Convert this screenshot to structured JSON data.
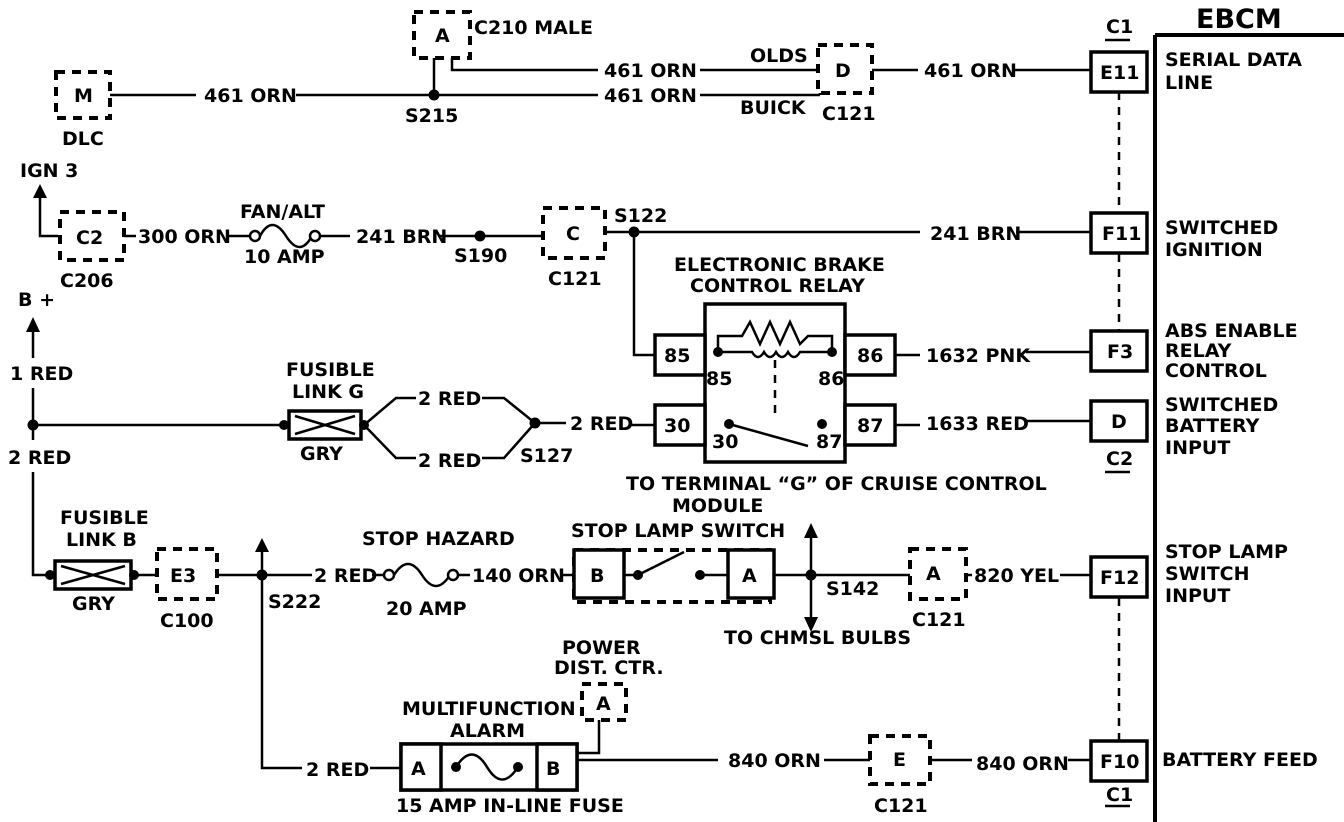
{
  "module": {
    "title": "EBCM",
    "conn_top": "C1",
    "conn_bottom": "C1",
    "conn_c2": "C2"
  },
  "pins": {
    "e11": "E11",
    "f11": "F11",
    "f3": "F3",
    "d": "D",
    "f12": "F12",
    "f10": "F10"
  },
  "pin_labels": {
    "e11": [
      "SERIAL DATA",
      "LINE"
    ],
    "f11": [
      "SWITCHED",
      "IGNITION"
    ],
    "f3": [
      "ABS ENABLE",
      "RELAY",
      "CONTROL"
    ],
    "d": [
      "SWITCHED",
      "BATTERY",
      "INPUT"
    ],
    "f12": [
      "STOP LAMP",
      "SWITCH",
      "INPUT"
    ],
    "f10": [
      "BATTERY FEED"
    ]
  },
  "connectors": {
    "dlc_pin": "M",
    "dlc": "DLC",
    "c210_pin": "A",
    "c210": "C210 MALE",
    "c121_d_pin": "D",
    "c121": "C121",
    "c206_pin": "C2",
    "c206": "C206",
    "c121_c_pin": "C",
    "c100_pin": "E3",
    "c100": "C100",
    "c121_a_pin": "A",
    "pdc_pin": "A",
    "pdc": [
      "POWER",
      "DIST. CTR."
    ],
    "c121_e_pin": "E"
  },
  "splices": {
    "s215": "S215",
    "s190": "S190",
    "s122": "S122",
    "s127": "S127",
    "s222": "S222",
    "s142": "S142"
  },
  "wires": {
    "w461_dlc": "461 ORN",
    "w461_olds": "461 ORN",
    "w461_buick": "461 ORN",
    "w461_e11": "461 ORN",
    "olds": "OLDS",
    "buick": "BUICK",
    "w300": "300 ORN",
    "w241a": "241 BRN",
    "w241b": "241 BRN",
    "w1red": "1 RED",
    "w2red_l": "2 RED",
    "w2red_u": "2 RED",
    "w2red_d": "2 RED",
    "w2red_30": "2 RED",
    "w1632": "1632 PNK",
    "w1633": "1633 RED",
    "w2red_sh": "2 RED",
    "w140": "140 ORN",
    "w820": "820 YEL",
    "w2red_mf": "2 RED",
    "w840a": "840 ORN",
    "w840b": "840 ORN"
  },
  "sources": {
    "ign3": "IGN 3",
    "bplus": "B +"
  },
  "fuses": {
    "fanalt": "FAN/ALT",
    "fanalt_amp": "10  AMP",
    "stophaz": "STOP HAZARD",
    "stophaz_amp": "20 AMP",
    "mf": [
      "MULTIFUNCTION",
      "ALARM"
    ],
    "mf_a": "A",
    "mf_b": "B",
    "mf_inline": "15 AMP IN-LINE FUSE"
  },
  "fusible": {
    "g": [
      "FUSIBLE",
      "LINK G"
    ],
    "g_color": "GRY",
    "b": [
      "FUSIBLE",
      "LINK B"
    ],
    "b_color": "GRY"
  },
  "relay": {
    "title": [
      "ELECTRONIC BRAKE",
      "CONTROL RELAY"
    ],
    "t85": "85",
    "t86": "86",
    "t30": "30",
    "t87": "87",
    "i85": "85",
    "i86": "86",
    "i30": "30",
    "i87": "87"
  },
  "cruise": [
    "TO TERMINAL “G” OF CRUISE CONTROL",
    "MODULE"
  ],
  "stop_switch": {
    "title": "STOP  LAMP  SWITCH",
    "b": "B",
    "a": "A"
  },
  "chmsl": "TO CHMSL BULBS"
}
